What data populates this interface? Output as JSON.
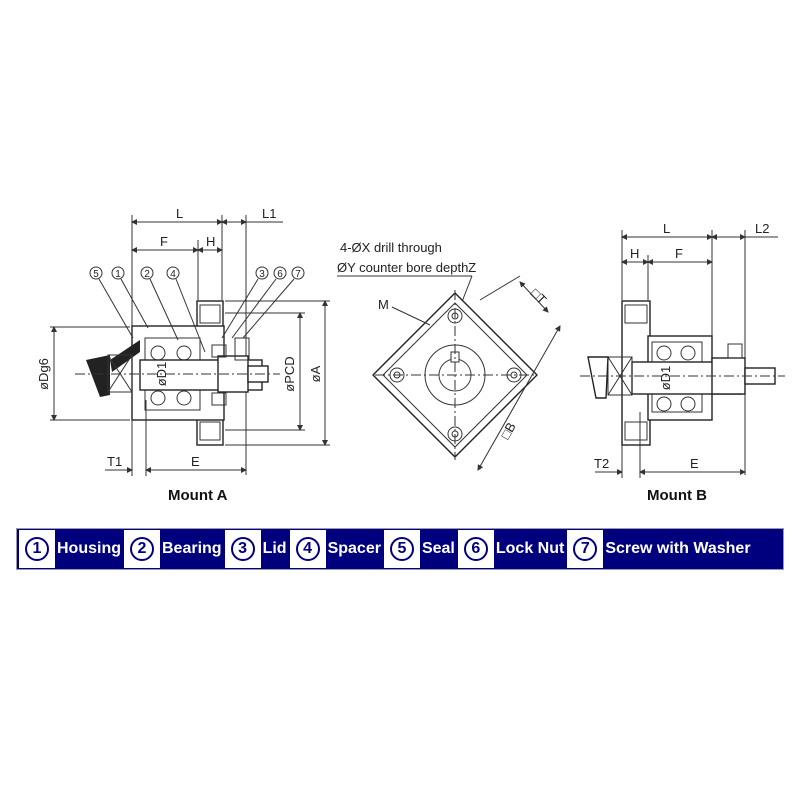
{
  "mount_a": {
    "caption": "Mount A",
    "dims": {
      "L": "L",
      "L1": "L1",
      "F": "F",
      "H": "H",
      "Dg6": "øDg6",
      "D1": "øD1",
      "PCD": "øPCD",
      "A": "øA",
      "T1": "T1",
      "E": "E"
    },
    "balloons": [
      "5",
      "1",
      "2",
      "4",
      "3",
      "6",
      "7"
    ]
  },
  "front_view": {
    "note_line1": "4-ØX drill through",
    "note_line2": "ØY counter bore depthZ",
    "M": "M",
    "T": "□T",
    "B": "□B"
  },
  "mount_b": {
    "caption": "Mount B",
    "dims": {
      "L": "L",
      "L2": "L2",
      "H": "H",
      "F": "F",
      "D1": "øD1",
      "T2": "T2",
      "E": "E"
    }
  },
  "legend": [
    {
      "num": "1",
      "label": "Housing"
    },
    {
      "num": "2",
      "label": "Bearing"
    },
    {
      "num": "3",
      "label": "Lid"
    },
    {
      "num": "4",
      "label": "Spacer"
    },
    {
      "num": "5",
      "label": "Seal"
    },
    {
      "num": "6",
      "label": "Lock Nut"
    },
    {
      "num": "7",
      "label": "Screw with Washer"
    }
  ],
  "colors": {
    "legend_bg": "#00007f",
    "legend_text": "#ffffff"
  }
}
